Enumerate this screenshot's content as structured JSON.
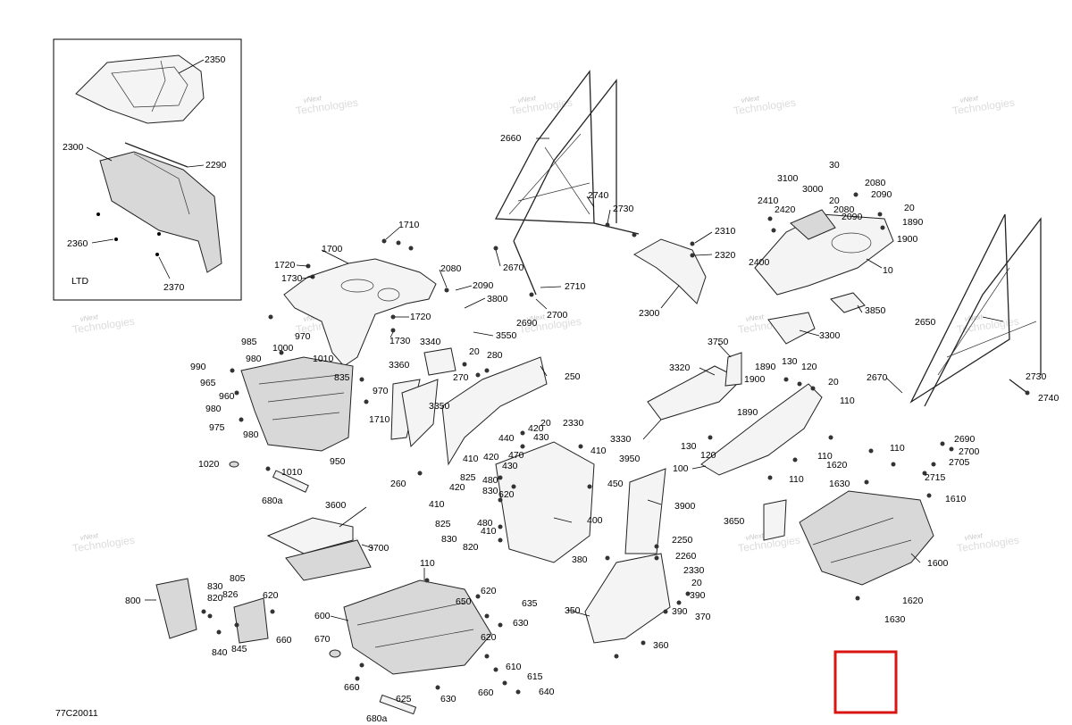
{
  "diagram": {
    "drawing_code": "77C20011",
    "inset_variant": "LTD",
    "watermark": [
      "vNext",
      "Technologies"
    ],
    "highlight_color": "#d81414"
  },
  "inset_labels": [
    "2350",
    "2300",
    "2290",
    "2360",
    "2370"
  ],
  "labels": [
    "1710",
    "1700",
    "1720",
    "1730",
    "2080",
    "2090",
    "3800",
    "1720",
    "1730",
    "3550",
    "985",
    "1000",
    "970",
    "980",
    "1010",
    "990",
    "965",
    "835",
    "960",
    "970",
    "980",
    "975",
    "980",
    "1710",
    "950",
    "1020",
    "1010",
    "680a",
    "3340",
    "3360",
    "20",
    "280",
    "270",
    "250",
    "3350",
    "260",
    "2660",
    "2740",
    "2730",
    "2670",
    "2710",
    "2700",
    "2690",
    "2310",
    "2320",
    "2300",
    "30",
    "3100",
    "2410",
    "2420",
    "3000",
    "2080",
    "2090",
    "20",
    "20",
    "2080",
    "1890",
    "2090",
    "1900",
    "2400",
    "10",
    "3850",
    "3300",
    "3750",
    "3320",
    "1890",
    "130",
    "120",
    "1900",
    "20",
    "110",
    "1890",
    "3330",
    "130",
    "120",
    "100",
    "110",
    "110",
    "1620",
    "1630",
    "110",
    "2650",
    "2670",
    "2730",
    "2740",
    "2690",
    "2700",
    "2705",
    "2715",
    "1610",
    "1600",
    "1620",
    "1630",
    "2330",
    "20",
    "420",
    "440",
    "430",
    "410",
    "470",
    "420",
    "430",
    "410",
    "825",
    "480",
    "830",
    "420",
    "620",
    "450",
    "410",
    "480",
    "825",
    "410",
    "830",
    "820",
    "400",
    "3950",
    "3900",
    "2250",
    "2260",
    "380",
    "2330",
    "20",
    "390",
    "390",
    "370",
    "350",
    "360",
    "3650",
    "3600",
    "3700",
    "800",
    "830",
    "805",
    "826",
    "820",
    "620",
    "840",
    "845",
    "660",
    "110",
    "600",
    "620",
    "650",
    "635",
    "630",
    "670",
    "620",
    "610",
    "615",
    "640",
    "660",
    "630",
    "625",
    "660",
    "680a"
  ]
}
